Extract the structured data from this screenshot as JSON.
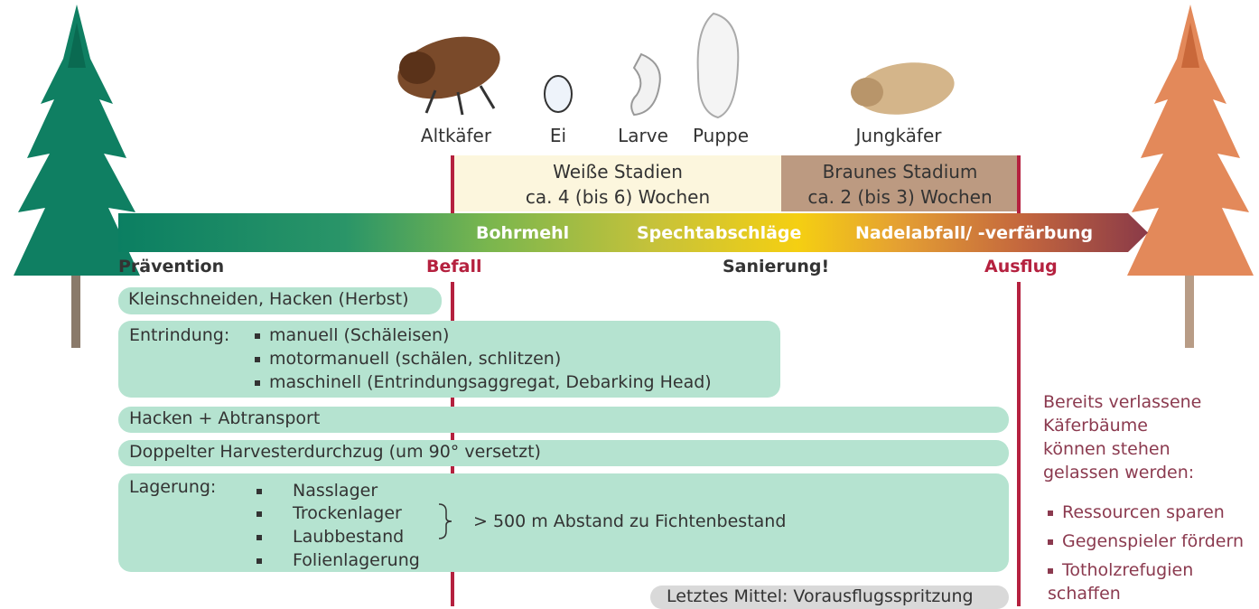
{
  "stages": [
    "Altkäfer",
    "Ei",
    "Larve",
    "Puppe",
    "Jungkäfer"
  ],
  "bands": {
    "white": {
      "title": "Weiße Stadien",
      "duration": "ca. 4 (bis 6) Wochen"
    },
    "brown": {
      "title": "Braunes Stadium",
      "duration": "ca. 2 (bis 3) Wochen"
    }
  },
  "arrow": [
    "Bohrmehl",
    "Spechtabschläge",
    "Nadelabfall/ -verfärbung"
  ],
  "phases": {
    "prevention": "Prävention",
    "infestation": "Befall",
    "remediation": "Sanierung!",
    "emergence": "Ausflug"
  },
  "measures": {
    "chipping": "Kleinschneiden, Hacken (Herbst)",
    "debarking_label": "Entrindung:",
    "debarking_items": [
      "manuell (Schäleisen)",
      "motormanuell (schälen, schlitzen)",
      "maschinell (Entrindungsaggregat, Debarking Head)"
    ],
    "chip_transport": "Hacken + Abtransport",
    "harvester": "Doppelter Harvesterdurchzug (um 90° versetzt)",
    "storage_label": "Lagerung:",
    "storage_items": [
      "Nasslager",
      "Trockenlager",
      "Laubbestand",
      "Folienlagerung"
    ],
    "storage_note": "> 500 m Abstand zu Fichtenbestand",
    "last_resort": "Letztes Mittel: Vorausflugsspritzung"
  },
  "sidebar": {
    "intro": "Bereits verlassene Käferbäume können stehen gelassen werden:",
    "items": [
      "Ressourcen sparen",
      "Gegenspieler fördern",
      "Totholzrefugien schaffen"
    ]
  },
  "colors": {
    "accent_red": "#b5213f",
    "box_green": "#b5e3d0",
    "brown_band": "#bc9a81",
    "white_band": "#fcf6dd",
    "healthy_tree": "#0f7f62",
    "dead_tree": "#e3895a"
  }
}
